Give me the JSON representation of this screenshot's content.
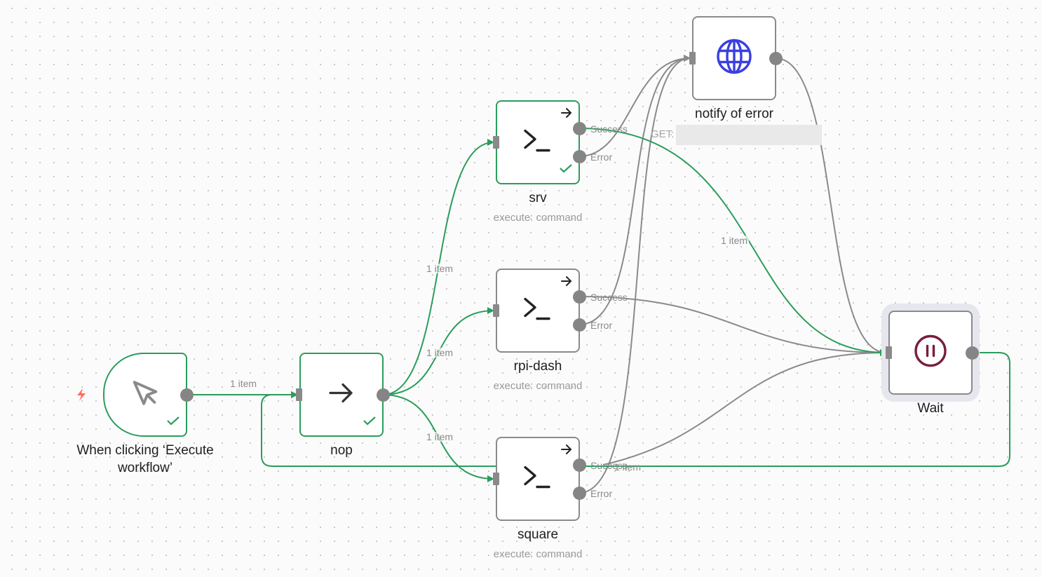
{
  "canvas": {
    "colors": {
      "success_edge": "#2a9d5c",
      "default_edge": "#8a8a8a",
      "node_border": "#8a8a8a",
      "success_border": "#2a9d5c",
      "http_icon": "#3b3fe0",
      "wait_icon": "#7a1c3e",
      "trigger_bolt": "#ff6b5b"
    }
  },
  "nodes": {
    "trigger": {
      "title": "When clicking ‘Execute workflow’",
      "icon": "mouse-pointer-icon",
      "status": "success",
      "badge_icon": "lightning-bolt-icon"
    },
    "nop": {
      "title": "nop",
      "icon": "arrow-right-icon",
      "status": "success"
    },
    "srv": {
      "title": "srv",
      "subtitle": "execute: command",
      "icon": "terminal-icon",
      "status": "success",
      "outputs": [
        "Success",
        "Error"
      ]
    },
    "rpi_dash": {
      "title": "rpi-dash",
      "subtitle": "execute: command",
      "icon": "terminal-icon",
      "status": "idle",
      "outputs": [
        "Success",
        "Error"
      ]
    },
    "square": {
      "title": "square",
      "subtitle": "execute: command",
      "icon": "terminal-icon",
      "status": "idle",
      "outputs": [
        "Success",
        "Error"
      ]
    },
    "notify": {
      "title": "notify of error",
      "subtitle_prefix": "GET:",
      "icon": "globe-icon",
      "status": "idle"
    },
    "wait": {
      "title": "Wait",
      "icon": "pause-circle-icon",
      "status": "selected"
    }
  },
  "edges": [
    {
      "from": "trigger",
      "to": "nop",
      "label": "1 item",
      "state": "success"
    },
    {
      "from": "nop",
      "to": "srv",
      "label": "1 item",
      "state": "success"
    },
    {
      "from": "nop",
      "to": "rpi_dash",
      "label": "1 item",
      "state": "success"
    },
    {
      "from": "nop",
      "to": "square",
      "label": "1 item",
      "state": "success"
    },
    {
      "from": "srv.success",
      "to": "wait",
      "label": "1 item",
      "state": "success"
    },
    {
      "from": "srv.error",
      "to": "notify",
      "label": "",
      "state": "default"
    },
    {
      "from": "rpi_dash.success",
      "to": "wait",
      "label": "",
      "state": "default"
    },
    {
      "from": "rpi_dash.error",
      "to": "notify",
      "label": "",
      "state": "default"
    },
    {
      "from": "square.success",
      "to": "wait",
      "label": "",
      "state": "default"
    },
    {
      "from": "square.error",
      "to": "notify",
      "label": "",
      "state": "default"
    },
    {
      "from": "notify",
      "to": "wait",
      "label": "",
      "state": "default"
    },
    {
      "from": "wait",
      "to": "nop",
      "label": "1 item",
      "state": "success"
    }
  ]
}
